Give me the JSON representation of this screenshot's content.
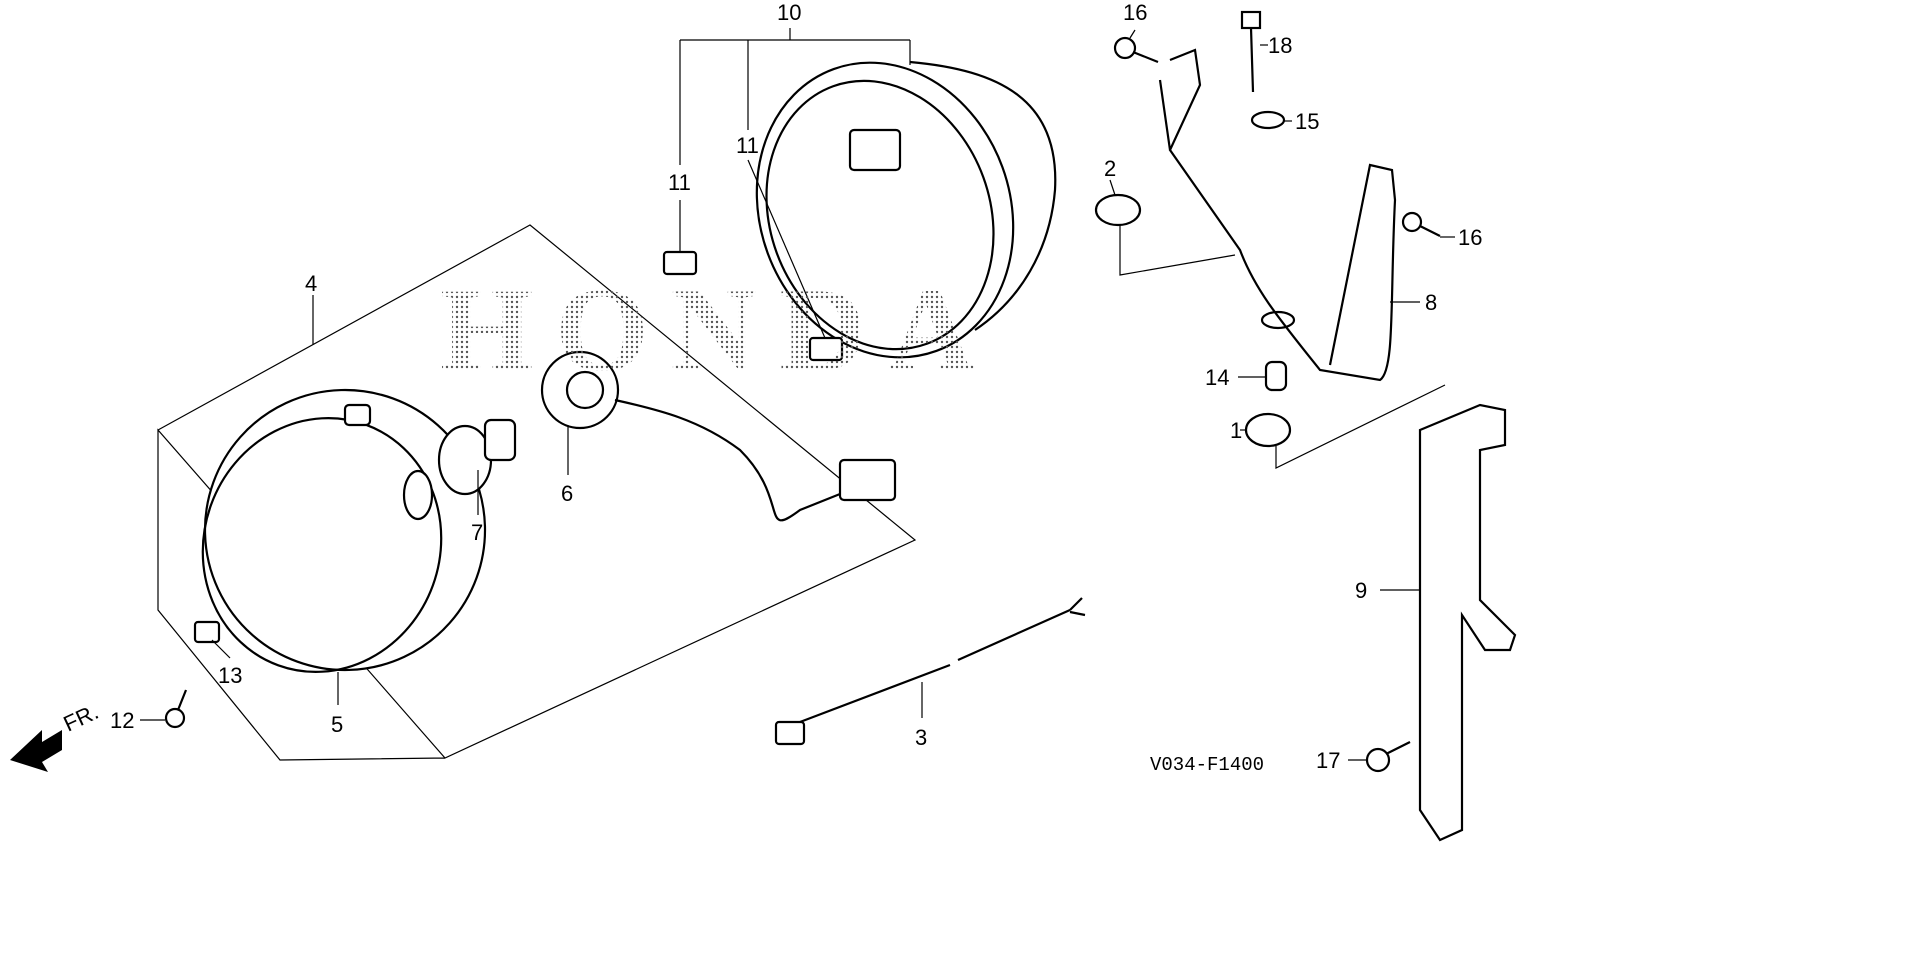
{
  "diagram": {
    "watermark": "HONDA",
    "code": "V034-F1400",
    "direction_label": "FR.",
    "callouts": [
      "1",
      "2",
      "3",
      "4",
      "5",
      "6",
      "7",
      "8",
      "9",
      "10",
      "11",
      "11",
      "12",
      "13",
      "14",
      "15",
      "16",
      "16",
      "17",
      "18"
    ]
  },
  "colors": {
    "ink": "#000000",
    "background": "#ffffff"
  }
}
